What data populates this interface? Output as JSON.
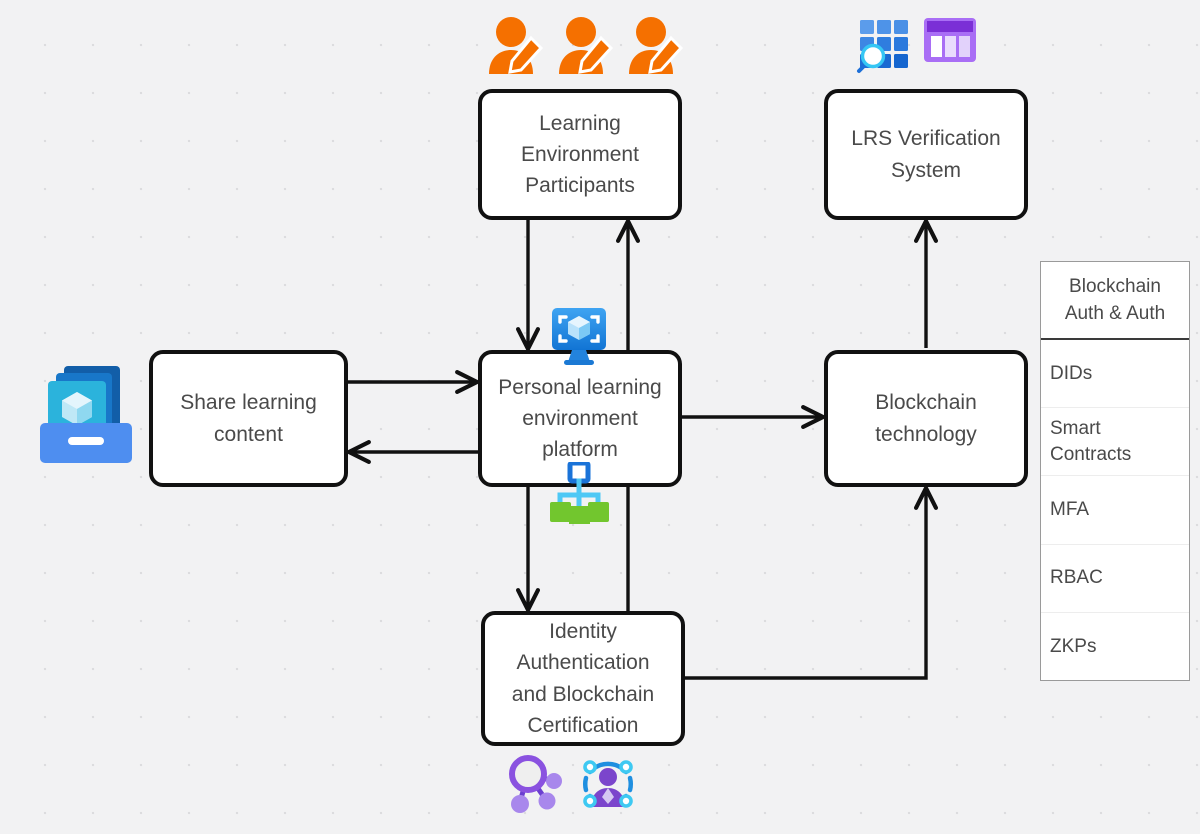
{
  "diagram": {
    "title": "Blockchain-based personal learning environment architecture",
    "background_color": "#f2f2f3",
    "node_border_color": "#111111",
    "node_fill_color": "#ffffff",
    "accent_orange": "#f57000",
    "accent_blue": "#2e8fe0",
    "accent_purple": "#7e4fd0"
  },
  "nodes": {
    "participants": {
      "id": "learning-environment-participants",
      "lines": [
        "Learning",
        "Environment",
        "Participants"
      ]
    },
    "lrs": {
      "id": "lrs-verification-system",
      "lines": [
        "LRS Verification",
        "System"
      ]
    },
    "share": {
      "id": "share-learning-content",
      "lines": [
        "Share learning",
        "content"
      ]
    },
    "platform": {
      "id": "personal-learning-environment-platform",
      "lines": [
        "Personal learning",
        "environment",
        "platform"
      ]
    },
    "blockchain": {
      "id": "blockchain-technology",
      "lines": [
        "Blockchain",
        "technology"
      ]
    },
    "identity": {
      "id": "identity-authentication-and-blockchain-certification",
      "lines": [
        "Identity",
        "Authentication",
        "and Blockchain",
        "Certification"
      ]
    }
  },
  "auth_table": {
    "header_lines": [
      "Blockchain",
      "Auth & Auth"
    ],
    "rows": [
      {
        "lines": [
          "DIDs"
        ]
      },
      {
        "lines": [
          "Smart",
          "Contracts"
        ]
      },
      {
        "lines": [
          "MFA"
        ]
      },
      {
        "lines": [
          "RBAC"
        ]
      },
      {
        "lines": [
          "ZKPs"
        ]
      }
    ]
  },
  "icons": {
    "participants": [
      "user-edit-icon",
      "user-edit-icon",
      "user-edit-icon"
    ],
    "lrs": [
      "grid-search-icon",
      "table-report-icon"
    ],
    "share": "content-stack-cube-icon",
    "platform_top": "monitor-cube-scan-icon",
    "platform_bottom": "hierarchy-tree-icon",
    "identity": [
      "network-share-icon",
      "verified-identity-icon"
    ]
  },
  "edges": [
    {
      "from": "participants",
      "to": "platform",
      "direction": "down"
    },
    {
      "from": "identity",
      "to": "participants",
      "direction": "up"
    },
    {
      "from": "share",
      "to": "platform",
      "direction": "right"
    },
    {
      "from": "platform",
      "to": "share",
      "direction": "left"
    },
    {
      "from": "platform",
      "to": "blockchain",
      "direction": "right"
    },
    {
      "from": "platform",
      "to": "identity",
      "direction": "down"
    },
    {
      "from": "blockchain",
      "to": "lrs",
      "direction": "up"
    },
    {
      "from": "identity",
      "to": "blockchain",
      "direction": "elbow-up"
    }
  ]
}
